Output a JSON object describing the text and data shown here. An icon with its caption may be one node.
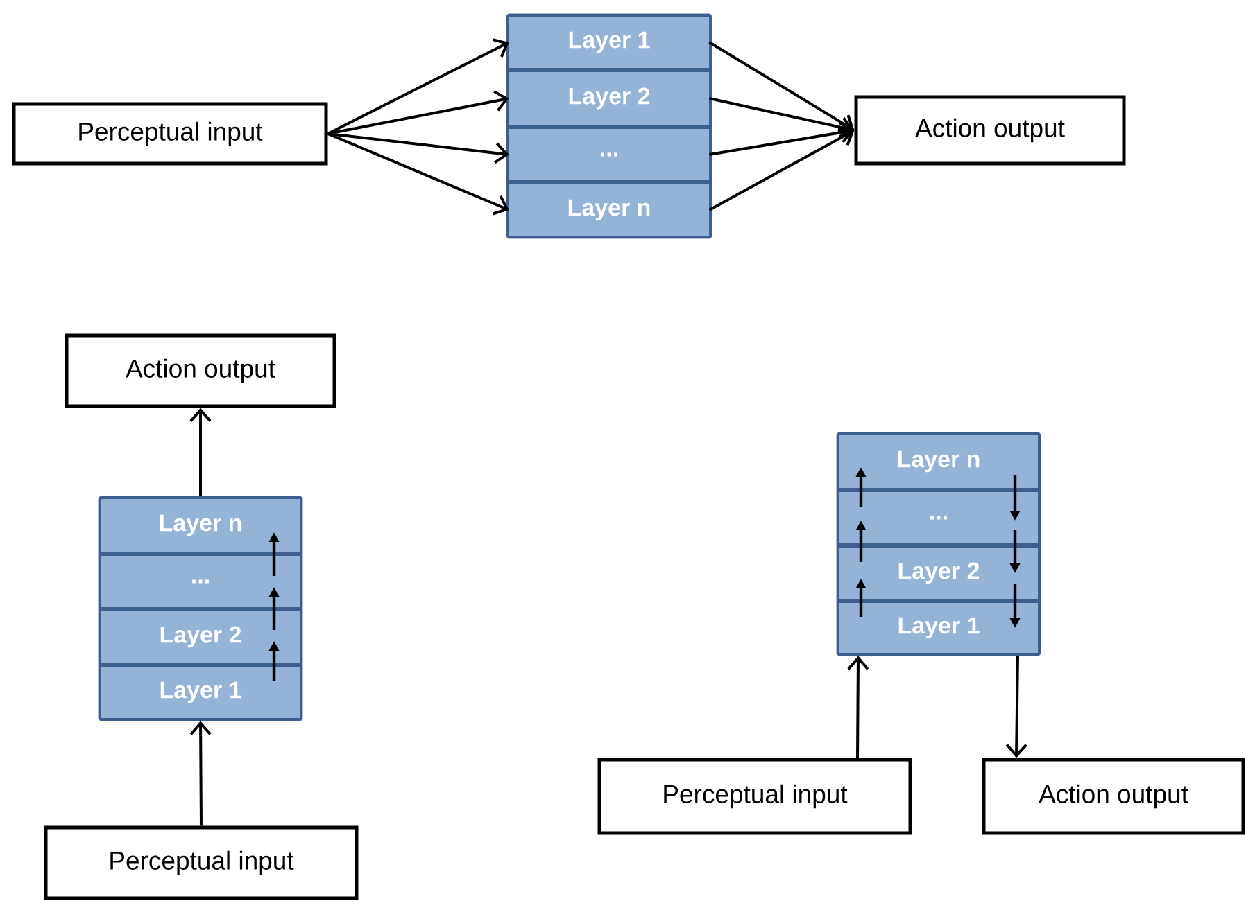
{
  "diagram": {
    "nodes": [
      {
        "text": [
          "Perceptual input"
        ]
      },
      {
        "text": [],
        "shape": "box"
      },
      {
        "text": [
          "Layer 1"
        ],
        "in": 1
      },
      {
        "text": [
          "Layer 2"
        ],
        "in": 1
      },
      {
        "text": [
          "..."
        ],
        "in": 1
      },
      {
        "text": [
          "Layer n"
        ],
        "in": 1
      },
      {
        "text": [
          "Action output"
        ]
      },
      {
        "text": [
          "Action output"
        ]
      },
      {
        "text": [],
        "shape": "box"
      },
      {
        "text": [
          "Layer n"
        ],
        "in": 8
      },
      {
        "text": [
          "..."
        ],
        "in": 8
      },
      {
        "text": [
          "Layer 2"
        ],
        "in": 8
      },
      {
        "text": [
          "Layer 1"
        ],
        "in": 8
      },
      {
        "text": [
          "Perceptual input"
        ]
      },
      {
        "text": [],
        "shape": "box"
      },
      {
        "text": [
          "Layer n"
        ],
        "in": 14
      },
      {
        "text": [
          "..."
        ],
        "in": 14
      },
      {
        "text": [
          "Layer 2"
        ],
        "in": 14
      },
      {
        "text": [
          "Layer 1"
        ],
        "in": 14
      },
      {
        "text": [
          "Perceptual input"
        ]
      },
      {
        "text": [
          "Action output"
        ]
      }
    ],
    "edges": [
      {
        "from": 0,
        "to": 2,
        "arrow": "to"
      },
      {
        "from": 0,
        "to": 3,
        "arrow": "to"
      },
      {
        "from": 0,
        "to": 4,
        "arrow": "to"
      },
      {
        "from": 0,
        "to": 5,
        "arrow": "to"
      },
      {
        "from": 2,
        "to": 6,
        "arrow": "to"
      },
      {
        "from": 3,
        "to": 6,
        "arrow": "to"
      },
      {
        "from": 4,
        "to": 6,
        "arrow": "to"
      },
      {
        "from": 5,
        "to": 6,
        "arrow": "to"
      },
      {
        "from": 13,
        "to": 8,
        "arrow": "to"
      },
      {
        "from": 8,
        "to": 7,
        "arrow": "to"
      },
      {
        "from": 12,
        "to": 11,
        "arrow": "to"
      },
      {
        "from": 11,
        "to": 10,
        "arrow": "to"
      },
      {
        "from": 10,
        "to": 9,
        "arrow": "to"
      },
      {
        "from": 19,
        "to": 14,
        "arrow": "to"
      },
      {
        "from": 14,
        "to": 20,
        "arrow": "to"
      },
      {
        "from": 18,
        "to": 17,
        "arrow": "to"
      },
      {
        "from": 17,
        "to": 16,
        "arrow": "to"
      },
      {
        "from": 16,
        "to": 15,
        "arrow": "to"
      },
      {
        "from": 15,
        "to": 16,
        "arrow": "to"
      },
      {
        "from": 16,
        "to": 17,
        "arrow": "to"
      },
      {
        "from": 17,
        "to": 18,
        "arrow": "to"
      }
    ]
  }
}
